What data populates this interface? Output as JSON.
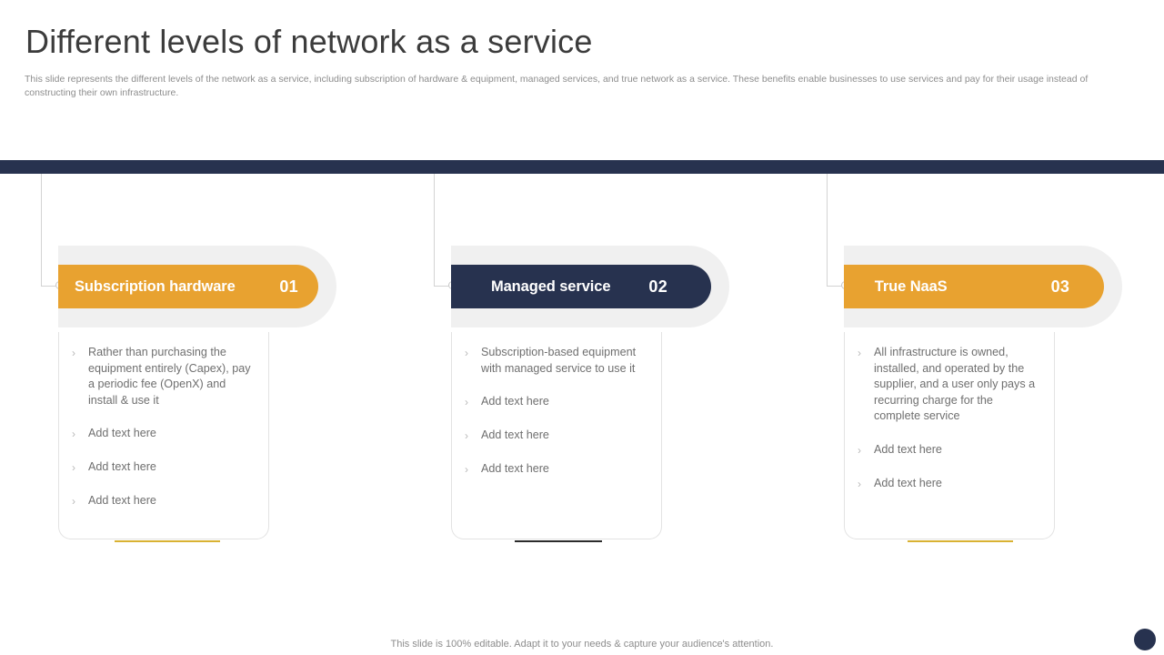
{
  "header": {
    "title": "Different levels of network as a service",
    "subtitle": "This slide represents the different levels of the network as a service, including subscription of hardware & equipment, managed services, and true network as a service. These benefits enable businesses to use services and pay for their usage instead of constructing their own infrastructure."
  },
  "colors": {
    "navy": "#27324f",
    "orange": "#e8a230",
    "backdrop_gray": "#f0f0f0",
    "card_border": "#e3e3e3",
    "body_text": "#6f6f6f",
    "title_text": "#3c3c3c",
    "connector_line": "#d3d3d3"
  },
  "columns": [
    {
      "label": "Subscription hardware",
      "number": "01",
      "pill_color": "#e8a230",
      "accent_color": "#d9b233",
      "label_align": "left",
      "bullets": [
        "Rather than purchasing the equipment entirely (Capex), pay a periodic fee (OpenX) and install & use it",
        "Add text here",
        "Add text here",
        "Add text here"
      ]
    },
    {
      "label": "Managed service",
      "number": "02",
      "pill_color": "#27324f",
      "accent_color": "#2b2b2b",
      "label_align": "center",
      "bullets": [
        "Subscription-based equipment with managed service to use it",
        "Add text here",
        "Add text here",
        "Add text here"
      ]
    },
    {
      "label": "True NaaS",
      "number": "03",
      "pill_color": "#e8a230",
      "accent_color": "#d9b233",
      "label_align": "center",
      "bullets": [
        "All infrastructure is owned, installed, and operated by the supplier, and a user only pays a recurring charge for the complete service",
        "Add text here",
        "Add text here"
      ]
    }
  ],
  "footer": {
    "note": "This slide is 100% editable. Adapt it to your needs & capture your audience's attention."
  },
  "icons": {
    "bullet_chevron": "›"
  }
}
